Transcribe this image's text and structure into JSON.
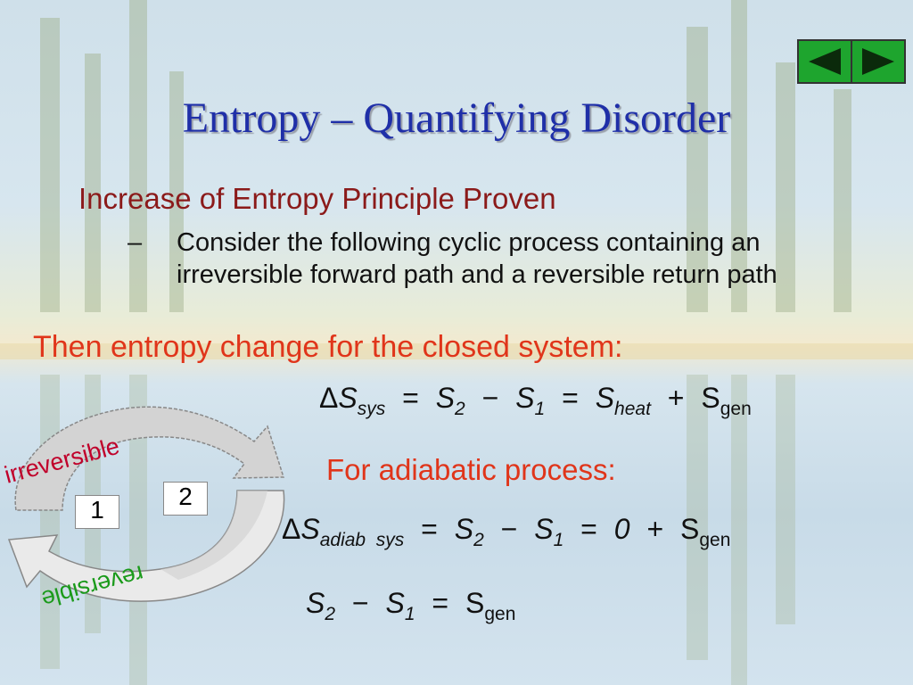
{
  "title": "Entropy – Quantifying Disorder",
  "subheading": "Increase of Entropy Principle Proven",
  "bullet": {
    "marker": "–",
    "text": "Consider the following cyclic process containing an irreversible forward path and a reversible return path"
  },
  "then_text": "Then entropy change for the closed system:",
  "adiabatic_text": "For adiabatic process:",
  "equation1": {
    "delta": "Δ",
    "S": "S",
    "sys": "sys",
    "eq": "=",
    "S2": "S",
    "two": "2",
    "minus": "−",
    "S1": "S",
    "one": "1",
    "eq2": "=",
    "Sh": "S",
    "heat": "heat",
    "plus": "+",
    "Sg": "S",
    "gen": "gen"
  },
  "equation2": {
    "delta": "Δ",
    "S": "S",
    "sub": "adiab  sys",
    "eq": "=",
    "S2": "S",
    "two": "2",
    "minus": "−",
    "S1": "S",
    "one": "1",
    "eq2": "=",
    "zero": "0",
    "plus": "+",
    "Sg": "S",
    "gen": "gen"
  },
  "equation3": {
    "S2": "S",
    "two": "2",
    "minus": "−",
    "S1": "S",
    "one": "1",
    "eq": "=",
    "Sg": "S",
    "gen": "gen"
  },
  "diagram": {
    "state1": "1",
    "state2": "2",
    "irreversible": "irreversible",
    "reversible": "reversible",
    "irreversible_color": "#c0002a",
    "reversible_color": "#1a9a1a"
  },
  "nav": {
    "back_icon": "triangle-left-icon",
    "forward_icon": "triangle-right-icon",
    "color": "#1ea52e"
  }
}
